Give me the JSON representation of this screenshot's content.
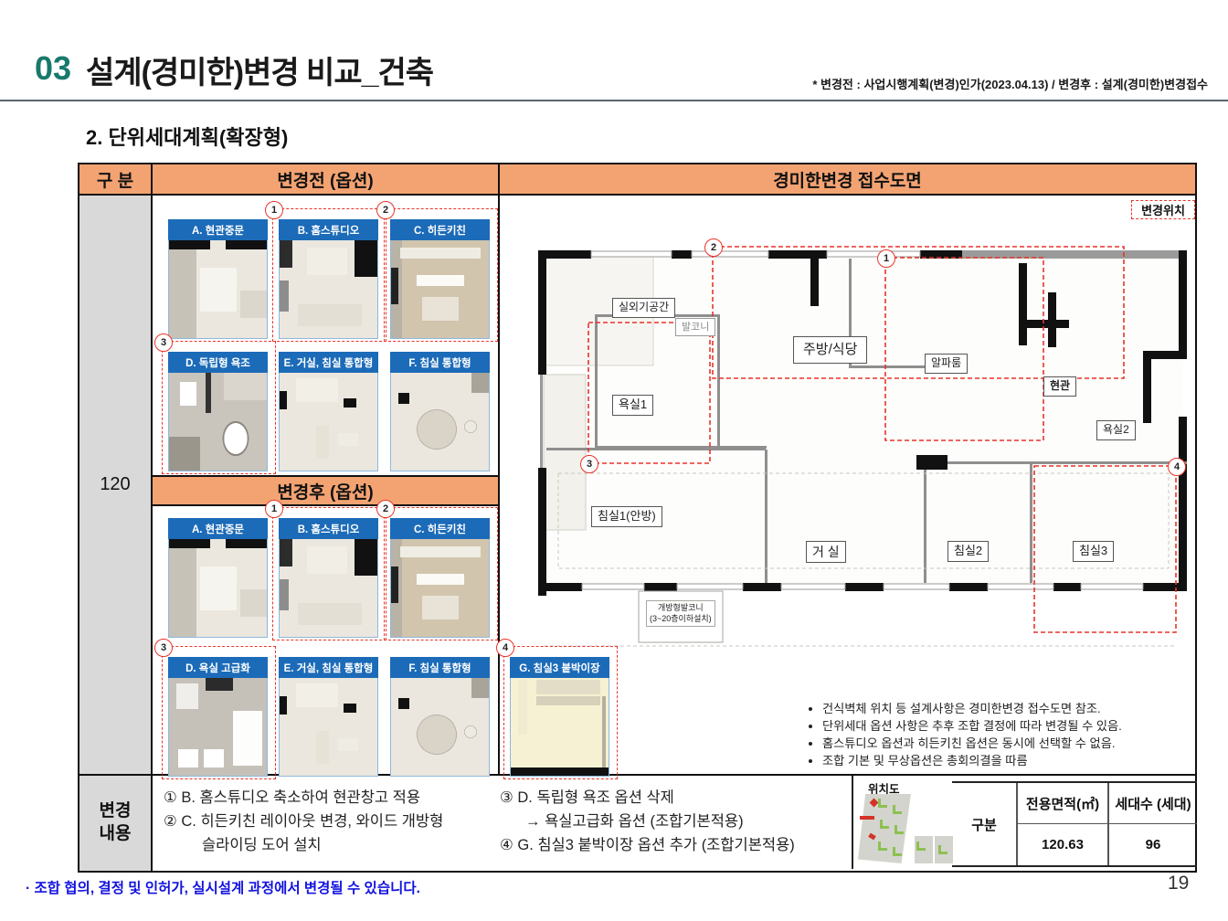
{
  "header": {
    "number": "03",
    "title": "설계(경미한)변경 비교_건축",
    "note": "* 변경전 : 사업시행계획(변경)인가(2023.04.13) / 변경후 : 설계(경미한)변경접수"
  },
  "subtitle": "2. 단위세대계획(확장형)",
  "table": {
    "col_category": "구  분",
    "col_before": "변경전 (옵션)",
    "col_plan": "경미한변경 접수도면",
    "unit_type": "120",
    "after_header": "변경후 (옵션)"
  },
  "options_before": [
    {
      "label": "A. 현관중문"
    },
    {
      "label": "B. 홈스튜디오",
      "marker": "1"
    },
    {
      "label": "C. 히든키친",
      "marker": "2"
    },
    {
      "label": "D. 독립형 욕조",
      "marker": "3"
    },
    {
      "label": "E. 거실, 침실 통합형"
    },
    {
      "label": "F. 침실 통합형"
    }
  ],
  "options_after": [
    {
      "label": "A. 현관중문"
    },
    {
      "label": "B. 홈스튜디오",
      "marker": "1"
    },
    {
      "label": "C. 히든키친",
      "marker": "2"
    },
    {
      "label": "D. 욕실 고급화",
      "marker": "3"
    },
    {
      "label": "E. 거실, 침실 통합형"
    },
    {
      "label": "F. 침실 통합형"
    },
    {
      "label": "G. 침실3 붙박이장",
      "marker": "4"
    }
  ],
  "plan": {
    "badge": "변경위치",
    "markers": {
      "m1": "1",
      "m2": "2",
      "m3": "3",
      "m4": "4"
    },
    "rooms": {
      "outdoor_unit": "실외기공간",
      "balcony": "발코니",
      "kitchen": "주방/식당",
      "alpha_room": "알파룸",
      "entrance": "현관",
      "bath1": "욕실1",
      "bath2": "욕실2",
      "bedroom1": "침실1(안방)",
      "living": "거 실",
      "bedroom2": "침실2",
      "bedroom3": "침실3",
      "open_balcony": "개방형발코니\n(3~20층이하설치)"
    }
  },
  "notes": [
    "건식벽체 위치 등 설계사항은 경미한변경 접수도면 참조.",
    "단위세대 옵션 사항은 추후 조합 결정에 따라 변경될 수 있음.",
    "홈스튜디오 옵션과 히든키친 옵션은 동시에 선택할 수 없음.",
    "조합 기본 및 무상옵션은 총회의결을 따름"
  ],
  "changes": {
    "label": "변경\n내용",
    "left1": "① B. 홈스튜디오 축소하여 현관창고 적용",
    "left2": "② C. 히든키친 레이아웃 변경, 와이드 개방형",
    "left3": "슬라이딩 도어 설치",
    "right1": "③ D. 독립형 욕조 옵션 삭제",
    "right2": "→ 욕실고급화 옵션 (조합기본적용)",
    "right3": "④ G. 침실3 붙박이장 옵션 추가 (조합기본적용)"
  },
  "location": {
    "title": "위치도"
  },
  "summary": {
    "col_category": "구분",
    "col_area": "전용면적(㎡)",
    "col_units": "세대수 (세대)",
    "area": "120.63",
    "units": "96"
  },
  "footer": {
    "note": "· 조합 협의, 결정 및 인허가, 실시설계 과정에서 변경될 수 있습니다.",
    "page": "19"
  },
  "colors": {
    "accent_orange": "#F3A372",
    "thumb_header_blue": "#1C6BB8",
    "marker_red": "#E8342A",
    "gray_cell": "#D9D9D9",
    "title_teal": "#17796B",
    "footer_blue": "#1212E0"
  }
}
